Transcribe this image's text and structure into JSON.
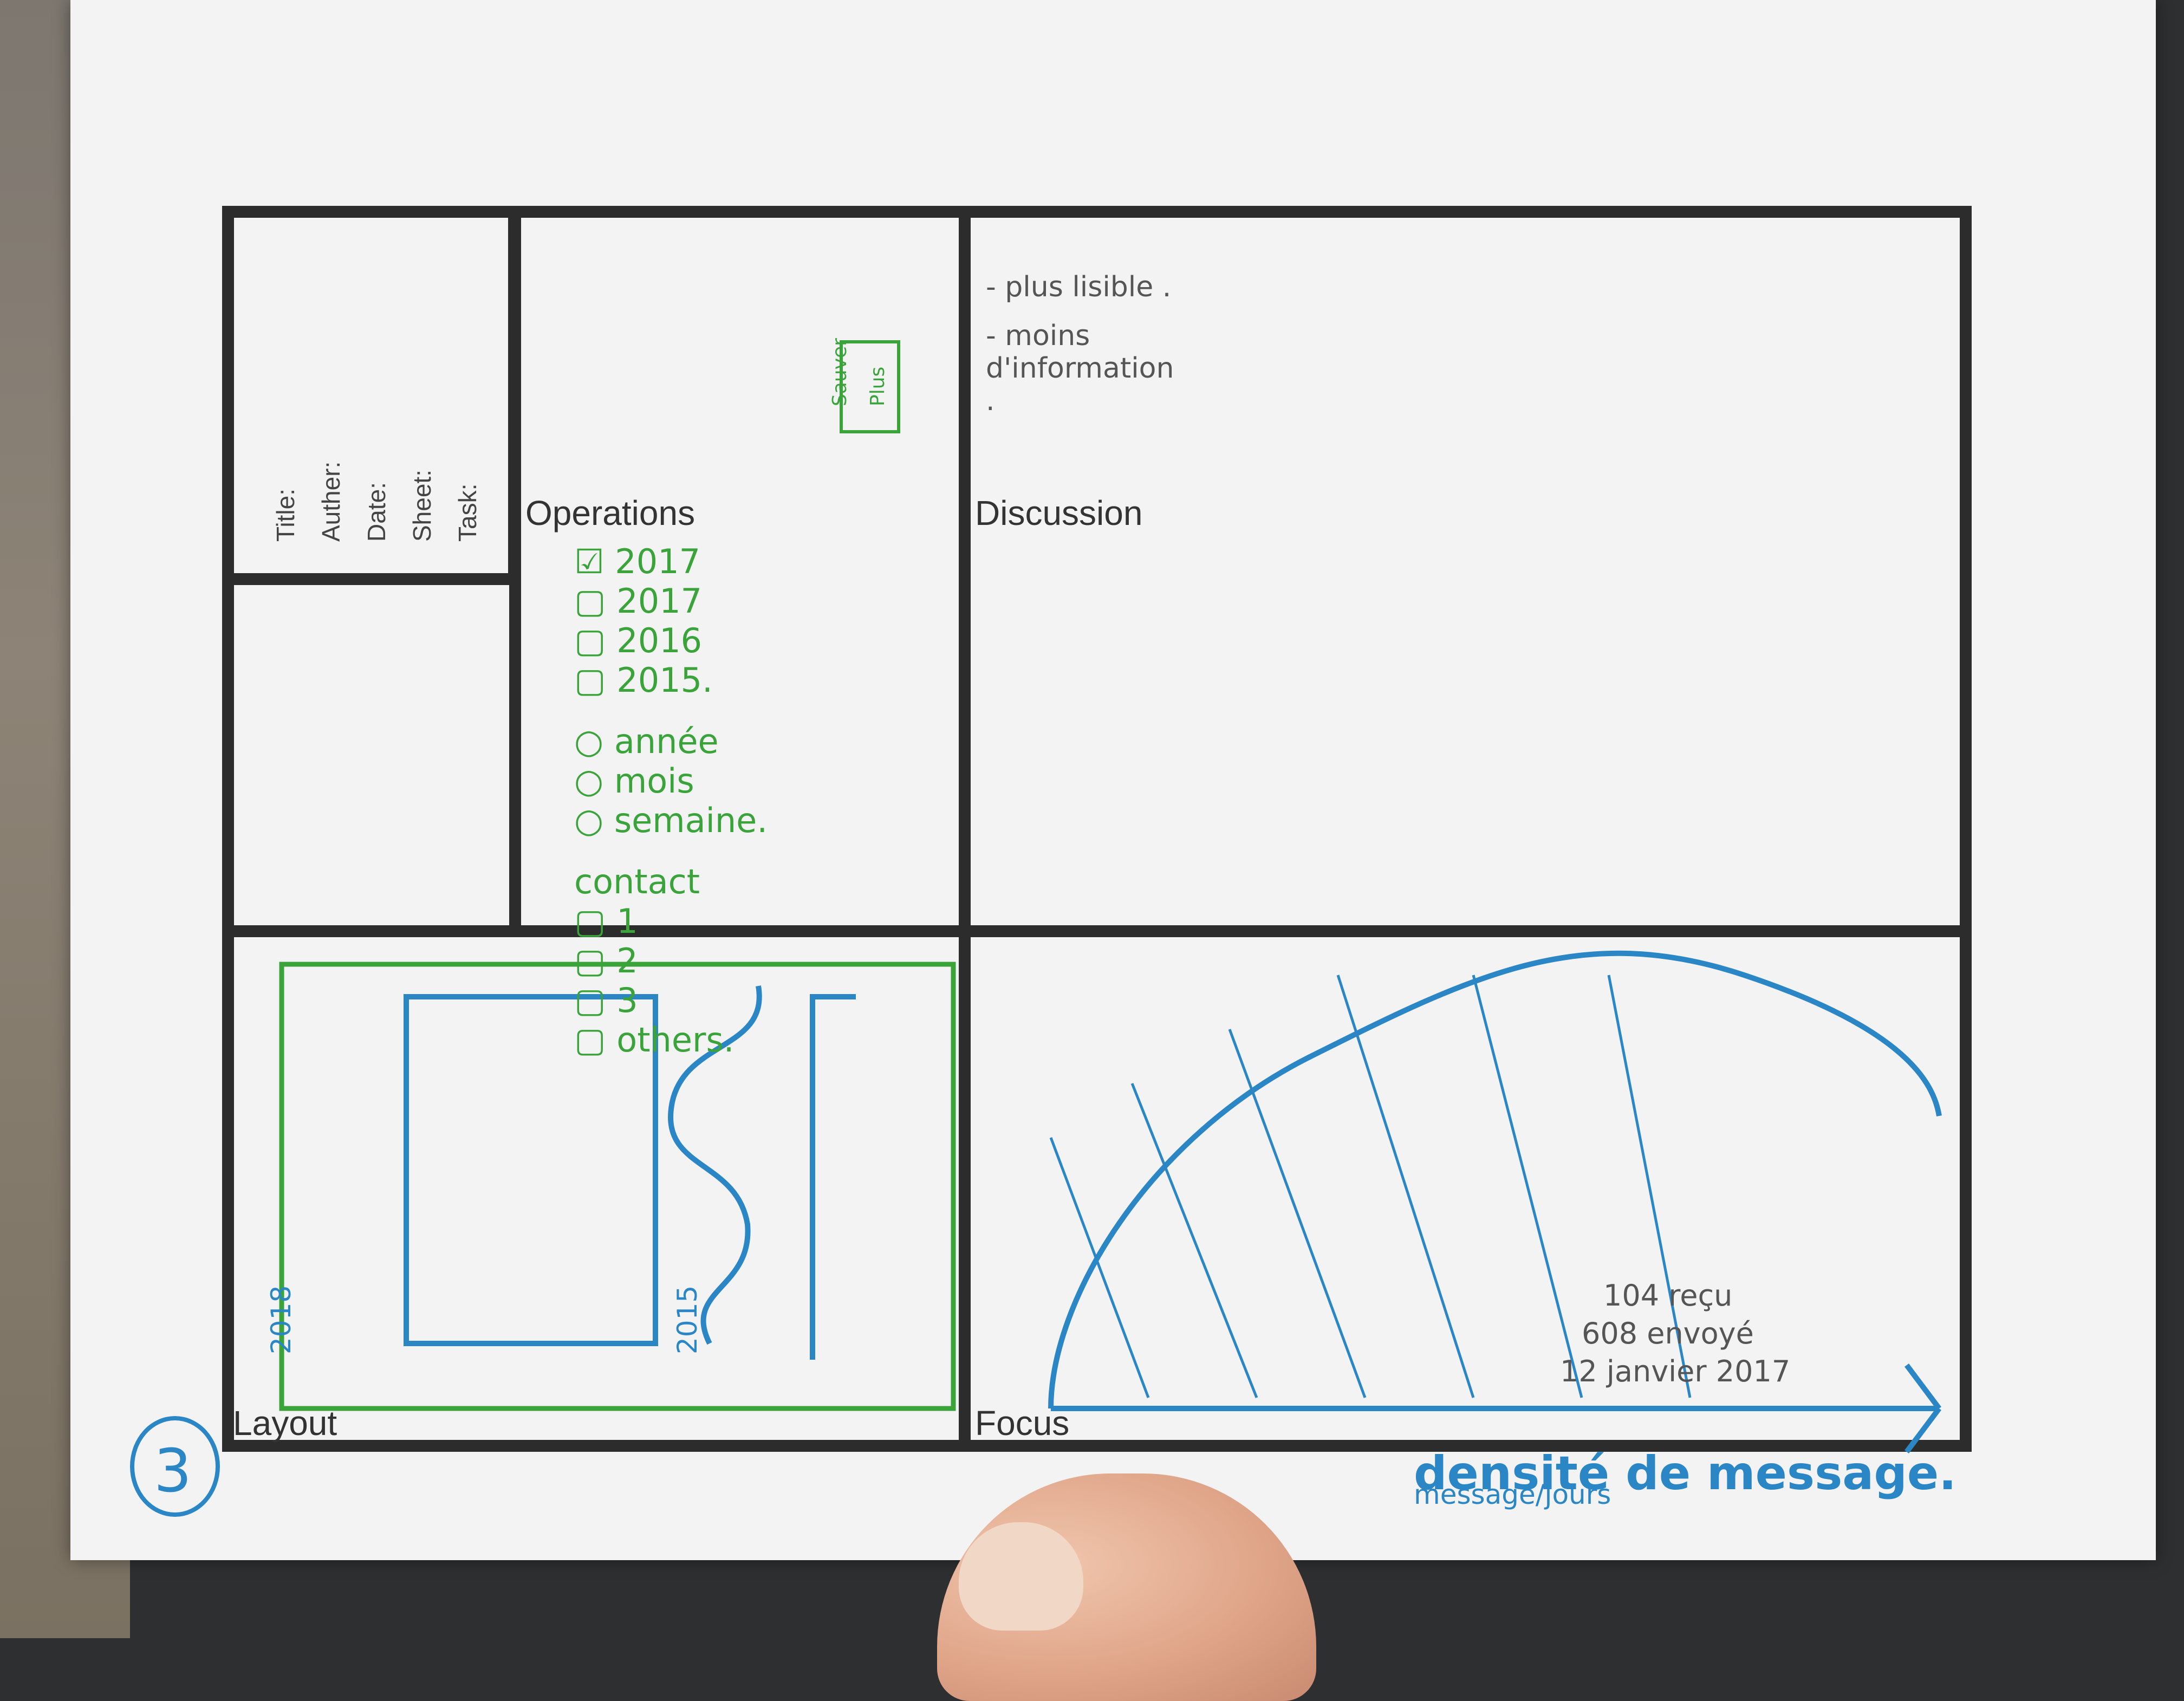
{
  "sheet_number": "3",
  "info_box": {
    "labels": [
      "Title:",
      "Auther:",
      "Date:",
      "Sheet:",
      "Task:"
    ]
  },
  "sections": {
    "layout": "Layout",
    "operations": "Operations",
    "focus": "Focus",
    "discussion": "Discussion"
  },
  "operations": {
    "years": [
      "2017",
      "2017",
      "2016",
      "2015."
    ],
    "granularity": [
      "année",
      "mois",
      "semaine."
    ],
    "contact_label": "contact",
    "contacts": [
      "1",
      "2",
      "3",
      "others."
    ],
    "widget_labels": [
      "Sauver",
      "Plus"
    ]
  },
  "focus": {
    "title": "densité de message.",
    "axis_label": "message/jours",
    "annotation": [
      "12 janvier 2017",
      "608 envoyé",
      "104 reçu"
    ]
  },
  "layout_sketch": {
    "axis_top": "2018",
    "axis_bottom": "2015"
  },
  "discussion": {
    "items": [
      "- plus lisible .",
      "- moins d'information ."
    ]
  },
  "colors": {
    "ink_blue": "#2b86c5",
    "ink_green": "#3aa43a",
    "frame": "#2c2c2c",
    "paper": "#f4f3f4"
  }
}
